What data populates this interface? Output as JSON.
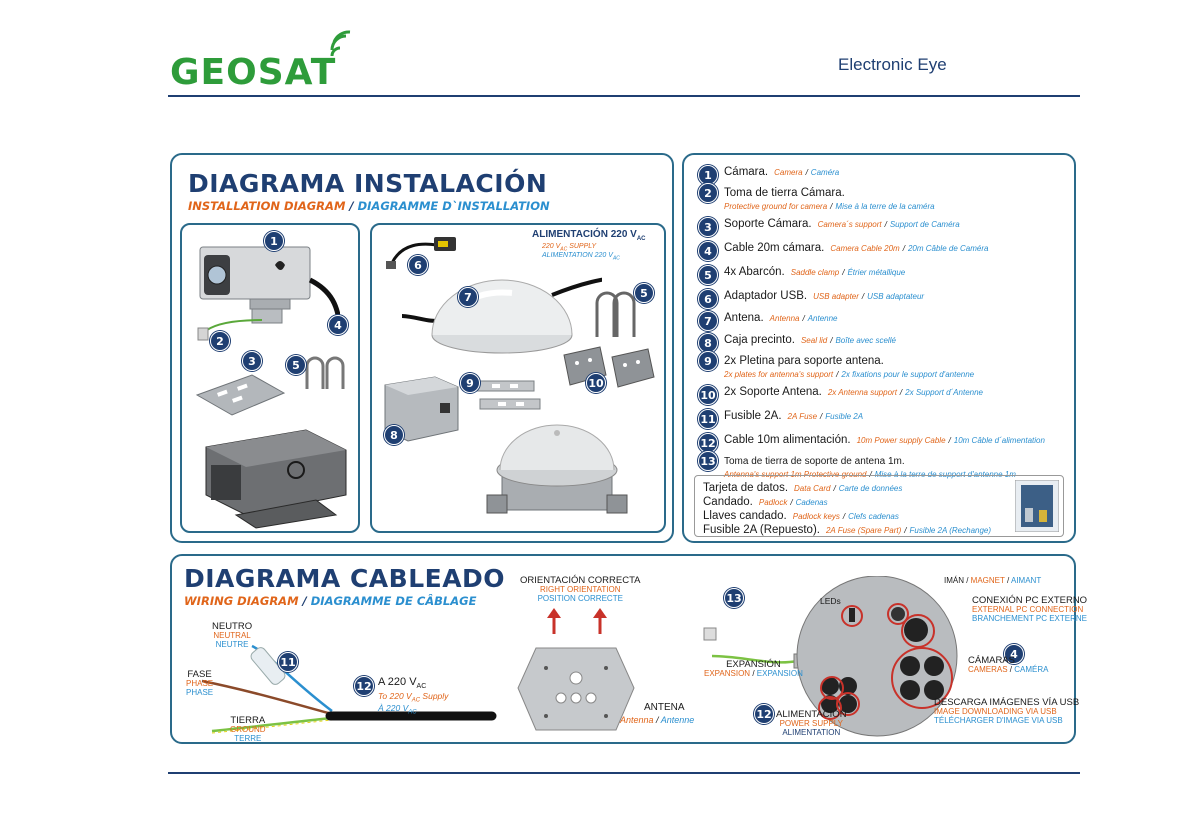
{
  "header": {
    "logo_left": "GEO",
    "logo_right": "SAT",
    "brand": "Electronic Eye"
  },
  "install": {
    "title": "DIAGRAMA INSTALACIÓN",
    "subtitle_en": "INSTALLATION DIAGRAM",
    "subtitle_sep": " / ",
    "subtitle_fr": "DIAGRAMME D`INSTALLATION",
    "supply_title": "ALIMENTACIÓN 220 V",
    "supply_sub": "AC",
    "supply_en": "220 V",
    "supply_en_sub": "AC",
    "supply_en_rest": " SUPPLY",
    "supply_fr": "ALIMENTATION 220 V",
    "supply_fr_sub": "AC"
  },
  "legend": {
    "items": [
      {
        "n": "1",
        "es": "Cámara.",
        "en": "Camera",
        "fr": "Caméra"
      },
      {
        "n": "2",
        "es": "Toma de tierra Cámara.",
        "en": "Protective ground for camera",
        "fr": "Mise à la terre de la caméra"
      },
      {
        "n": "3",
        "es": "Soporte Cámara.",
        "en": "Camera´s support",
        "fr": "Support de Caméra"
      },
      {
        "n": "4",
        "es": "Cable 20m cámara.",
        "en": "Camera Cable 20m",
        "fr": "20m Câble de Caméra"
      },
      {
        "n": "5",
        "es": "4x Abarcón.",
        "en": "Saddle clamp",
        "fr": "Étrier métallique"
      },
      {
        "n": "6",
        "es": "Adaptador USB.",
        "en": "USB adapter",
        "fr": "USB adaptateur"
      },
      {
        "n": "7",
        "es": "Antena.",
        "en": "Antenna",
        "fr": "Antenne"
      },
      {
        "n": "8",
        "es": "Caja precinto.",
        "en": "Seal lid",
        "fr": "Boîte avec scellé"
      },
      {
        "n": "9",
        "es": "2x Pletina para soporte antena.",
        "en": "2x plates for antenna's support",
        "fr": "2x fixations pour le support d'antenne"
      },
      {
        "n": "10",
        "es": "2x Soporte Antena.",
        "en": "2x Antenna support",
        "fr": "2x Support d´Antenne"
      },
      {
        "n": "11",
        "es": "Fusible 2A.",
        "en": "2A Fuse",
        "fr": "Fusible 2A"
      },
      {
        "n": "12",
        "es": "Cable 10m alimentación.",
        "en": "10m Power supply Cable",
        "fr": "10m Câble d´alimentation"
      },
      {
        "n": "13",
        "es": "Toma de tierra de soporte de antena 1m.",
        "en": "Antenna's support 1m Protective ground",
        "fr": "Mise à la terre de support d'antenne 1m"
      }
    ],
    "extras": [
      {
        "es": "Tarjeta de datos.",
        "en": "Data Card",
        "fr": "Carte de données"
      },
      {
        "es": "Candado.",
        "en": "Padlock",
        "fr": "Cadenas"
      },
      {
        "es": "Llaves candado.",
        "en": "Padlock keys",
        "fr": "Clefs cadenas"
      },
      {
        "es": "Fusible 2A (Repuesto).",
        "en": "2A Fuse (Spare Part)",
        "fr": "Fusible 2A (Rechange)"
      }
    ],
    "sep": "/"
  },
  "wiring": {
    "title": "DIAGRAMA CABLEADO",
    "subtitle_en": "WIRING DIAGRAM",
    "subtitle_sep": " / ",
    "subtitle_fr": "DIAGRAMME DE CÂBLAGE",
    "neutro": {
      "es": "NEUTRO",
      "en": "NEUTRAL",
      "fr": "NEUTRE"
    },
    "fase": {
      "es": "FASE",
      "en": "PHASE",
      "fr": "PHASE"
    },
    "tierra": {
      "es": "TIERRA",
      "en": "GROUND",
      "fr": "TERRE"
    },
    "supply_es": "A 220 V",
    "supply_es_sub": "AC",
    "supply_en": "To 220 V",
    "supply_en_sub": "AC",
    "supply_en_rest": " Supply",
    "supply_fr": "À 220 V",
    "supply_fr_sub": "AC",
    "orient": {
      "es": "ORIENTACIÓN CORRECTA",
      "en": "RIGHT ORIENTATION",
      "fr": "POSITION CORRECTE"
    },
    "antena": {
      "es": "ANTENA",
      "en": "Antenna",
      "sep": " / ",
      "fr": "Antenne"
    },
    "leds": "LEDs",
    "iman": {
      "es": "IMÁN",
      "en": "MAGNET",
      "fr": "AIMANT"
    },
    "conexion": {
      "es": "CONEXIÓN PC EXTERNO",
      "en": "EXTERNAL PC CONNECTION",
      "fr": "BRANCHEMENT PC EXTERNE"
    },
    "camaras": {
      "es": "CÁMARAS",
      "en": "CAMERAS",
      "fr": "CAMÉRA"
    },
    "expansion": {
      "es": "EXPANSIÓN",
      "en": "EXPANSION",
      "fr": "EXPANSION"
    },
    "descarga": {
      "es": "DESCARGA IMÁGENES VÍA USB",
      "en": "IMAGE DOWNLOADING VIA USB",
      "fr": "TÉLÉCHARGER D'IMAGE VIA USB"
    },
    "alim": {
      "es": "ALIMENTACIÓN",
      "en": "POWER SUPPLY",
      "fr": "ALIMENTATION"
    }
  },
  "colors": {
    "navy": "#1f3f72",
    "orange": "#e0651a",
    "blue": "#2b8fcf",
    "green": "#2e9c3a",
    "border": "#2a6a8a"
  }
}
